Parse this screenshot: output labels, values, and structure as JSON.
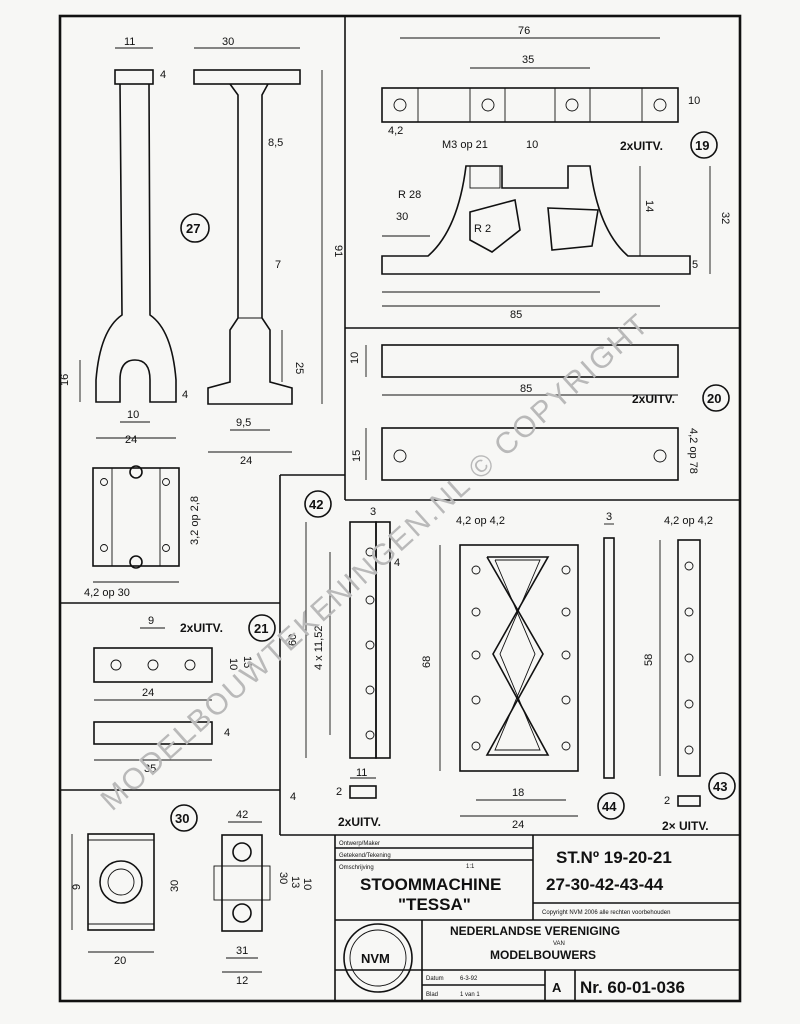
{
  "parts": {
    "p27": {
      "id": "27",
      "dims": [
        "11",
        "4",
        "30",
        "8,5",
        "91",
        "7",
        "25",
        "16",
        "10",
        "24",
        "4",
        "9,5",
        "24",
        "3,2 op 2,8",
        "4,2 op 30"
      ]
    },
    "p19": {
      "id": "19",
      "qty": "2xUITV.",
      "dims": [
        "76",
        "35",
        "10",
        "4,2",
        "M3 op 21",
        "10",
        "R 28",
        "R 2",
        "14",
        "30",
        "32",
        "5",
        "85"
      ]
    },
    "p20": {
      "id": "20",
      "qty": "2xUITV.",
      "dims": [
        "10",
        "85",
        "15",
        "4,2 op 78"
      ]
    },
    "p21": {
      "id": "21",
      "qty": "2xUITV.",
      "dims": [
        "9",
        "10",
        "15",
        "24",
        "4",
        "35"
      ]
    },
    "p42": {
      "id": "42",
      "qty": "2xUITV.",
      "dims": [
        "3",
        "4",
        "60",
        "4 x 11,52",
        "11",
        "2",
        "4"
      ]
    },
    "p44": {
      "id": "44",
      "dims": [
        "4,2 op 4,2",
        "68",
        "18",
        "24",
        "3"
      ]
    },
    "p43": {
      "id": "43",
      "qty": "2× UITV.",
      "dims": [
        "4,2 op 4,2",
        "58",
        "2"
      ]
    },
    "p30": {
      "id": "30",
      "dims": [
        "42",
        "9",
        "30",
        "20",
        "30",
        "13",
        "10",
        "31",
        "12"
      ]
    }
  },
  "title_block": {
    "field_labels": [
      "Ontwerp/Maker",
      "Getekend/Tekening",
      "Omschrijving"
    ],
    "field_values": [
      "",
      "",
      "1:1"
    ],
    "name_line1": "STOOMMACHINE",
    "name_line2": "\"TESSA\"",
    "number_line1": "ST.Nº 19-20-21",
    "number_line2": "27-30-42-43-44",
    "copyright_note": "Copyright NVM 2006 alle rechten voorbehouden",
    "org_line1": "NEDERLANDSE VERENIGING",
    "org_small": "VAN",
    "org_line2": "MODELBOUWERS",
    "logo_text": "NVM",
    "date_label": "Datum",
    "date_value": "6-3-92",
    "scale_label": "Blad",
    "scale_value": "1 van 1",
    "format": "A",
    "drawing_no": "Nr. 60-01-036"
  },
  "watermark": "MODELBOUWTEKENINGEN.NL © COPYRIGHT"
}
